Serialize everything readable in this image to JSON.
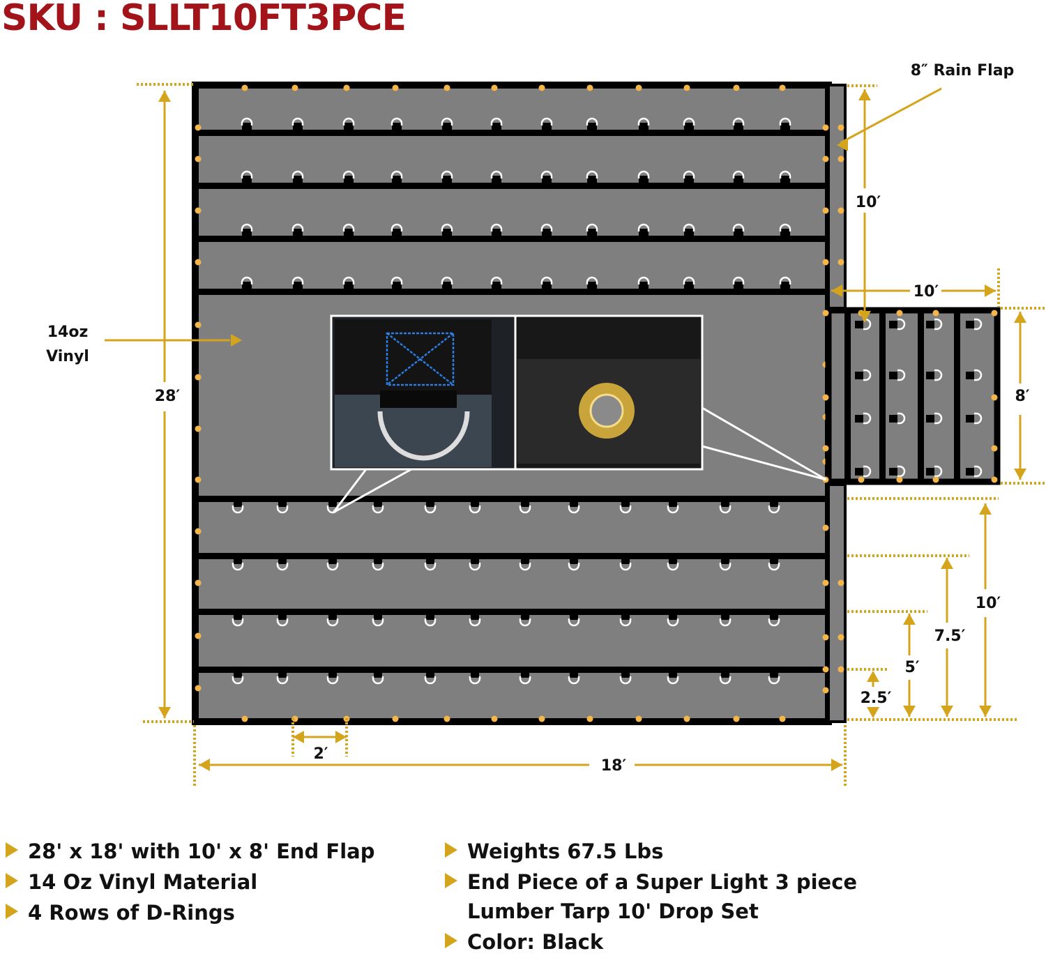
{
  "sku_title": "SKU : SLLT10FT3PCE",
  "labels": {
    "rain_flap": "8″ Rain Flap",
    "material_line1": "14oz",
    "material_line2": "Vinyl",
    "length_28": "28′",
    "width_18": "18′",
    "spacing_2": "2′",
    "drop_10_vertical": "10′",
    "flap_width_10": "10′",
    "flap_height_8": "8′",
    "row_10": "10′",
    "row_7_5": "7.5′",
    "row_5": "5′",
    "row_2_5": "2.5′"
  },
  "features_left": [
    "28' x 18' with 10' x 8' End Flap",
    "14 Oz Vinyl Material",
    "4 Rows of D-Rings"
  ],
  "features_right": [
    "Weights 67.5 Lbs",
    "End Piece of a Super Light 3 piece Lumber Tarp 10' Drop Set",
    "Color: Black"
  ],
  "colors": {
    "title": "#a3141a",
    "dimension": "#d4a51c",
    "tarp": "#7f7f7f",
    "border": "#000000",
    "grommet": "#f4b54a"
  }
}
